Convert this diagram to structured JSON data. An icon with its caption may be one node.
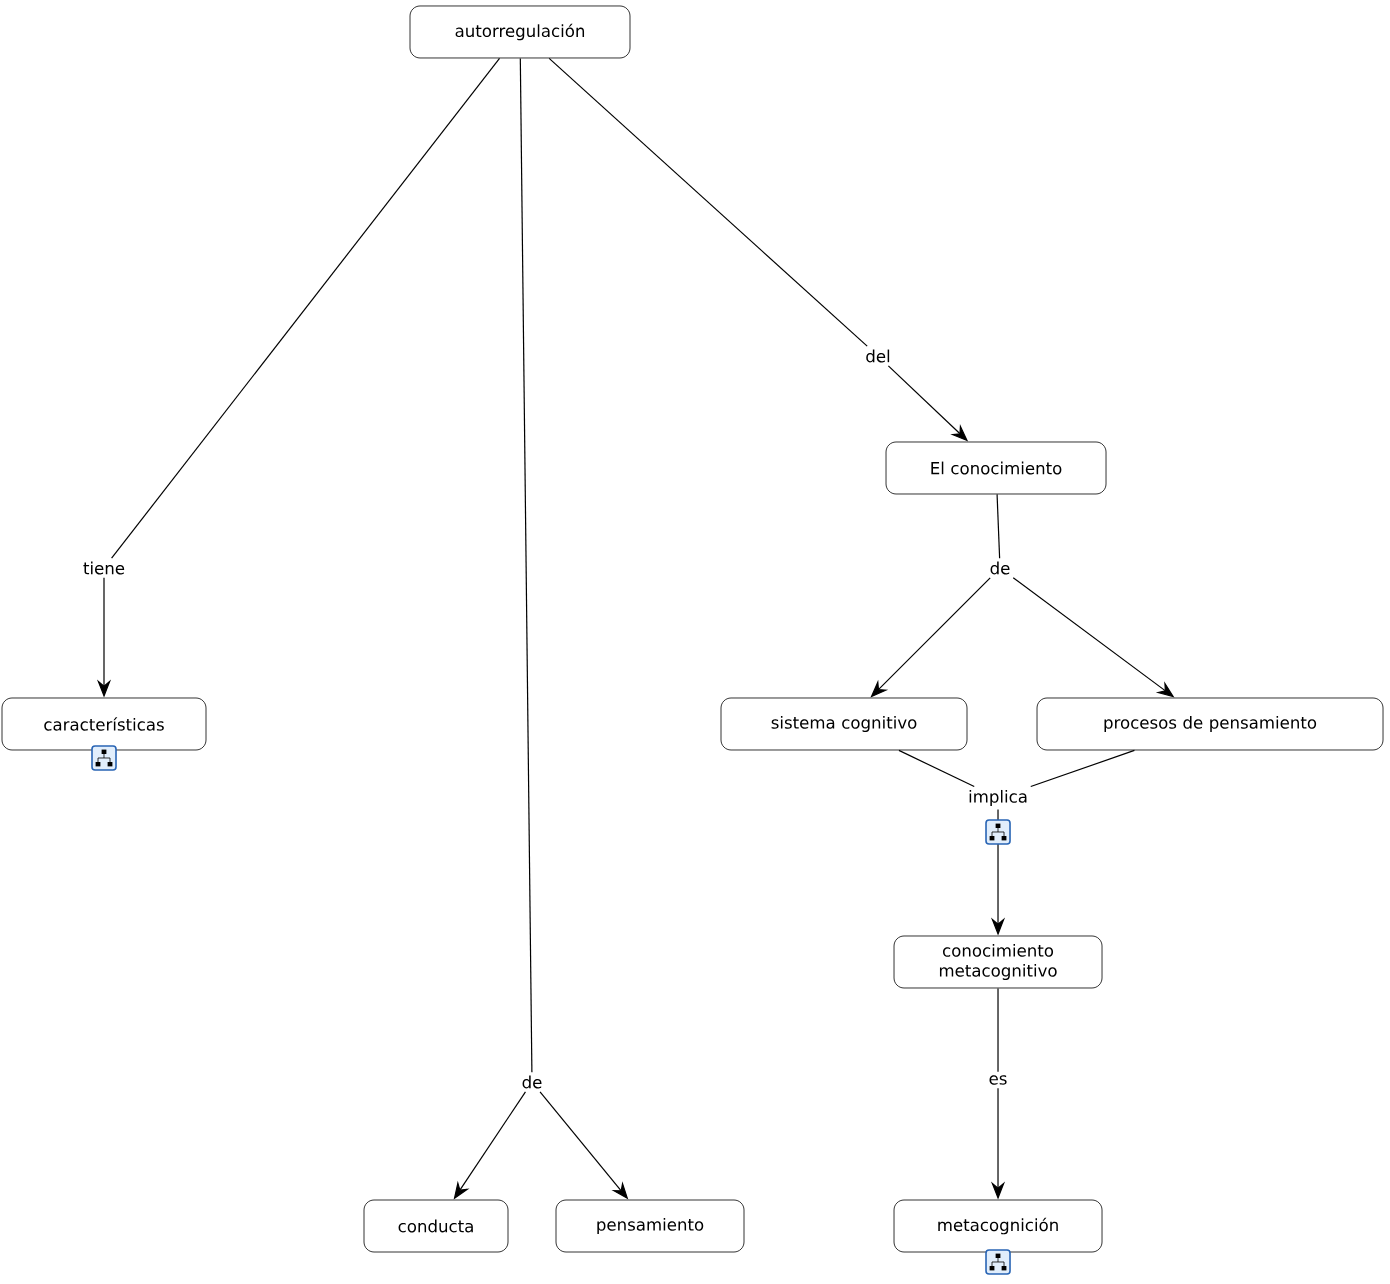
{
  "diagram": {
    "nodes": [
      {
        "text": [
          "autorregulación"
        ]
      },
      {
        "text": [
          "tiene"
        ]
      },
      {
        "text": [
          "características"
        ]
      },
      {
        "text": [
          "de"
        ]
      },
      {
        "text": [
          "conducta"
        ]
      },
      {
        "text": [
          "pensamiento"
        ]
      },
      {
        "text": [
          "del"
        ]
      },
      {
        "text": [
          "El conocimiento"
        ]
      },
      {
        "text": [
          "de"
        ]
      },
      {
        "text": [
          "sistema cognitivo"
        ]
      },
      {
        "text": [
          "procesos de pensamiento"
        ]
      },
      {
        "text": [
          "implica"
        ]
      },
      {
        "text": [
          "conocimiento metacognitivo"
        ]
      },
      {
        "text": [
          "es"
        ]
      },
      {
        "text": [
          "metacognición"
        ]
      }
    ],
    "edges": [
      {
        "from": 0,
        "to": 1,
        "arrow": "none"
      },
      {
        "from": 1,
        "to": 2,
        "arrow": "to"
      },
      {
        "from": 0,
        "to": 3,
        "arrow": "none"
      },
      {
        "from": 3,
        "to": 4,
        "arrow": "to"
      },
      {
        "from": 3,
        "to": 5,
        "arrow": "to"
      },
      {
        "from": 0,
        "to": 6,
        "arrow": "none"
      },
      {
        "from": 6,
        "to": 7,
        "arrow": "to"
      },
      {
        "from": 7,
        "to": 8,
        "arrow": "none"
      },
      {
        "from": 8,
        "to": 9,
        "arrow": "to"
      },
      {
        "from": 8,
        "to": 10,
        "arrow": "to"
      },
      {
        "from": 9,
        "to": 11,
        "arrow": "none"
      },
      {
        "from": 10,
        "to": 11,
        "arrow": "none"
      },
      {
        "from": 11,
        "to": 12,
        "arrow": "to"
      },
      {
        "from": 12,
        "to": 13,
        "arrow": "none"
      },
      {
        "from": 13,
        "to": 14,
        "arrow": "to"
      }
    ]
  }
}
